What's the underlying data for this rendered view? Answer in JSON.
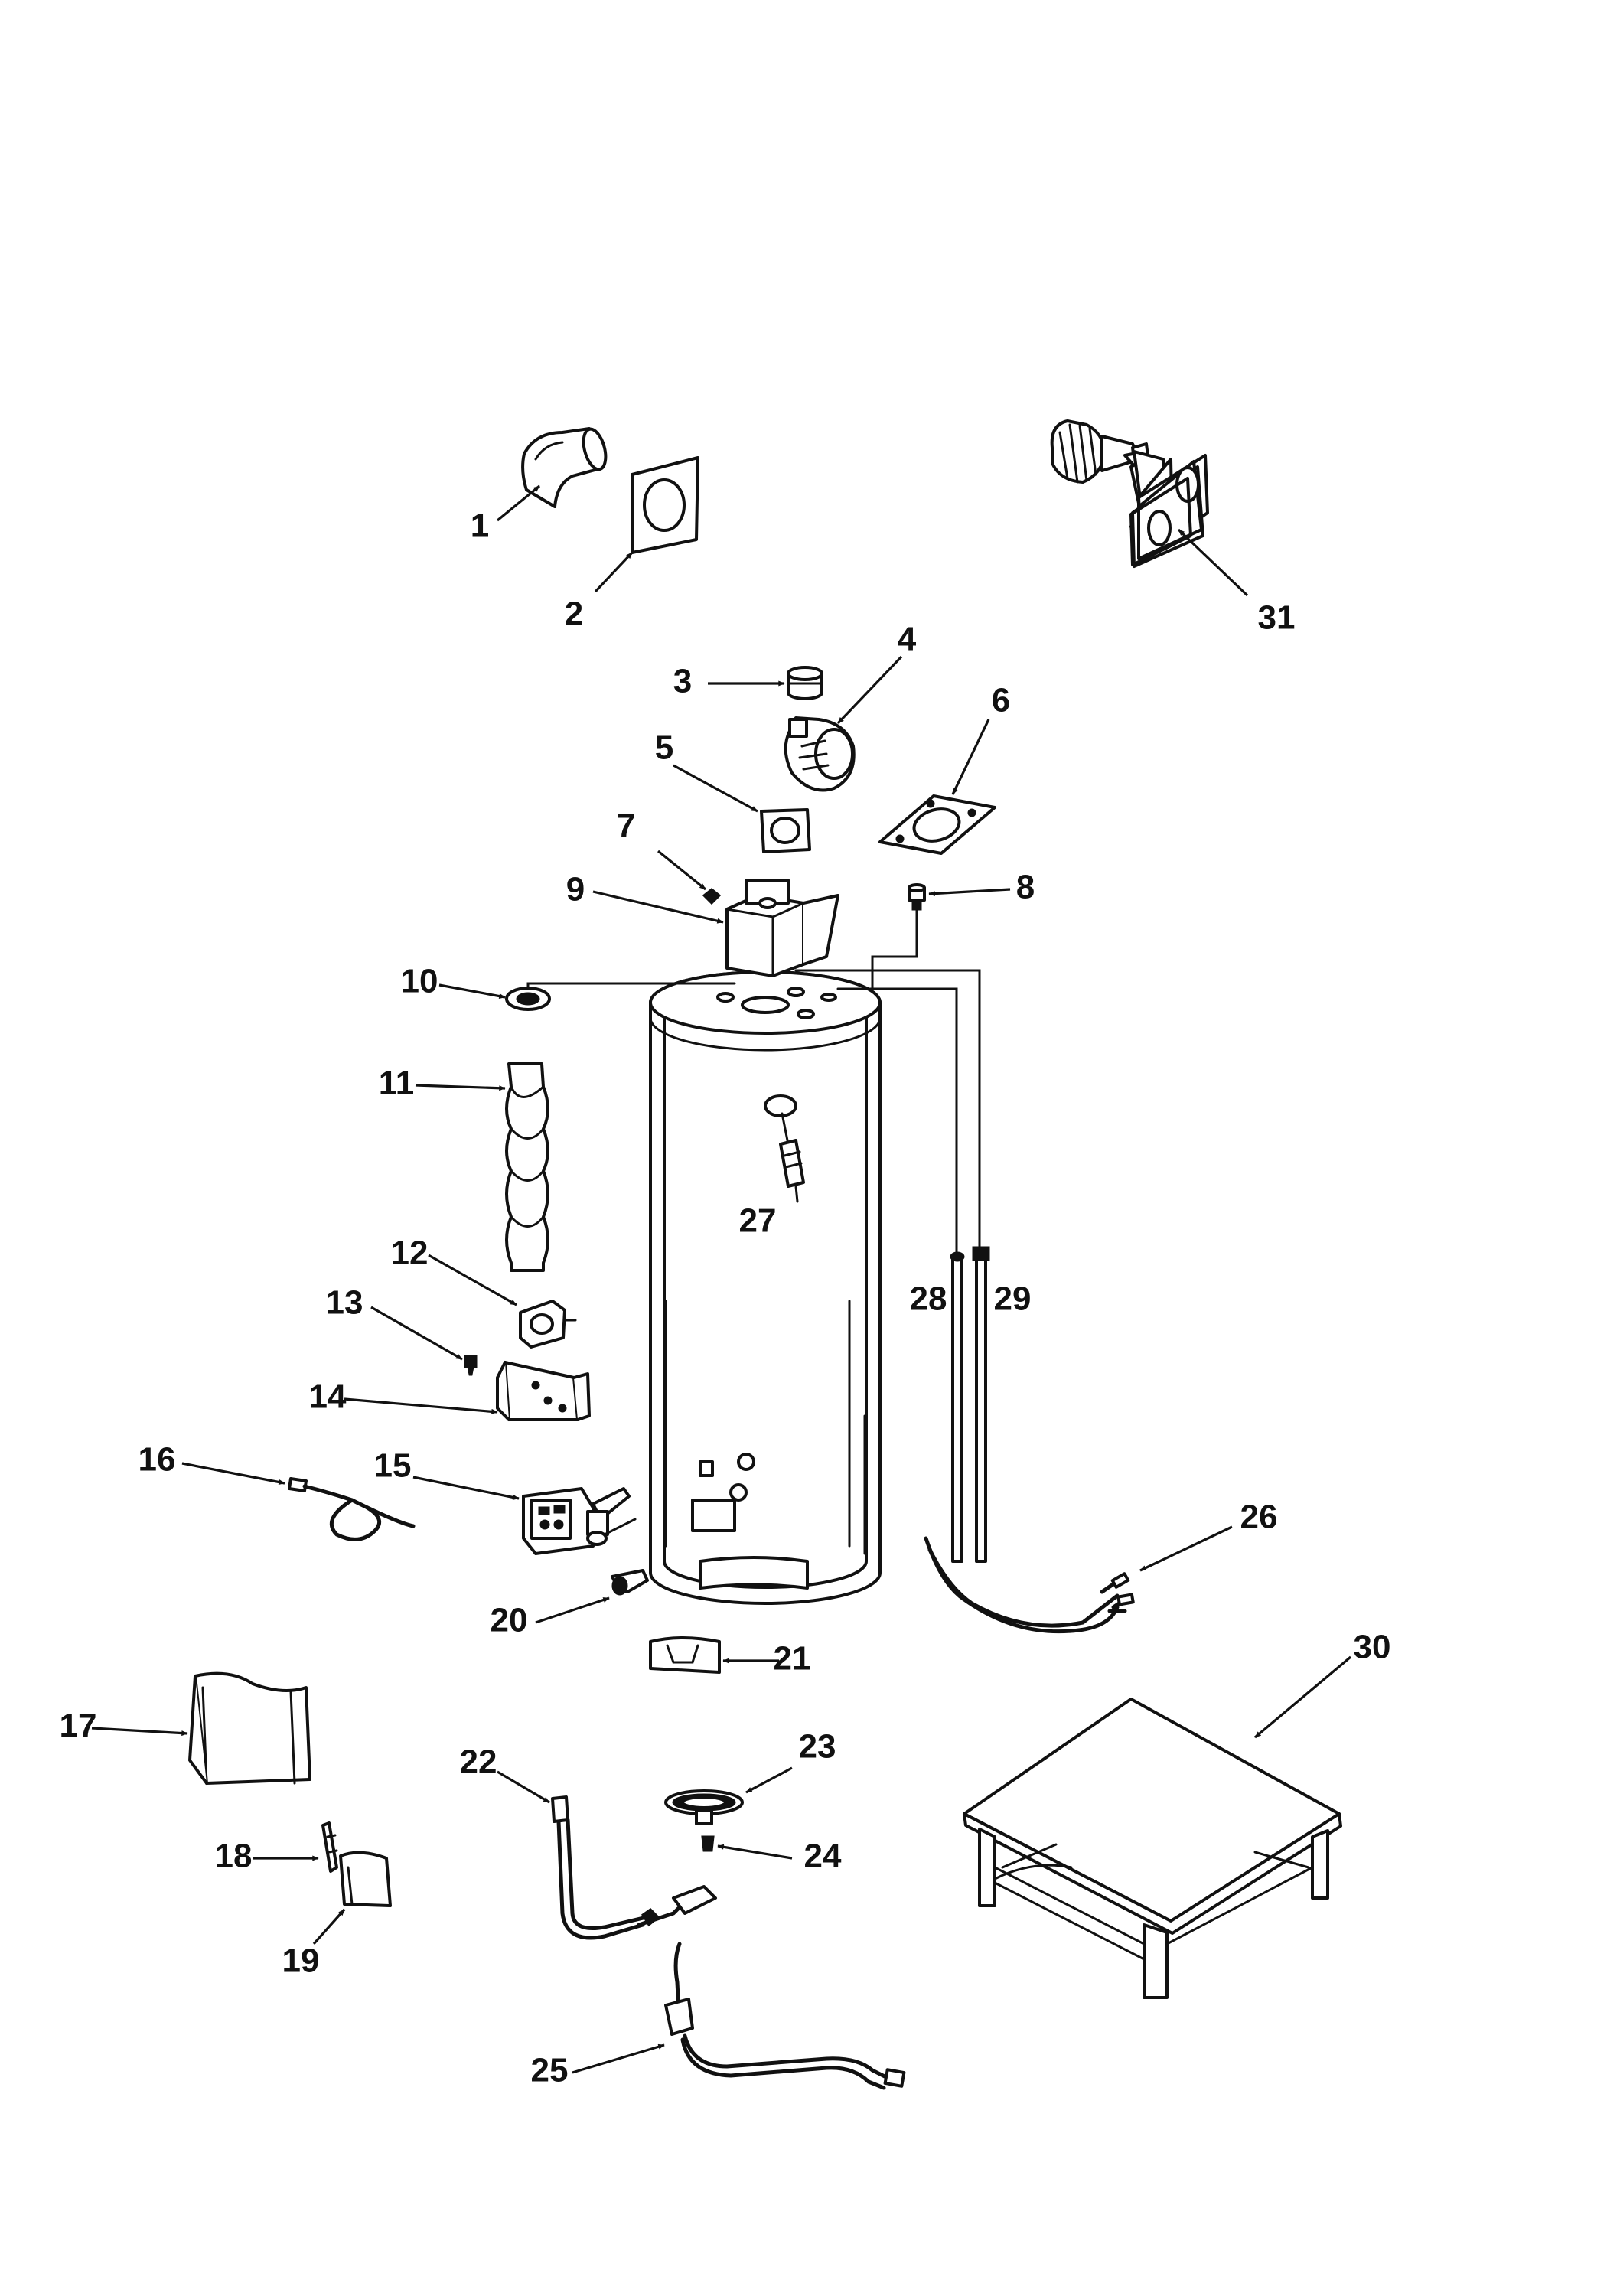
{
  "diagram": {
    "type": "exploded-parts-diagram",
    "colors": {
      "ink": "#111111",
      "paper": "#ffffff"
    },
    "callouts": [
      {
        "number": "1",
        "part": "vent-elbow"
      },
      {
        "number": "2",
        "part": "vent-gasket-plate"
      },
      {
        "number": "3",
        "part": "blower-adapter"
      },
      {
        "number": "4",
        "part": "blower-assembly"
      },
      {
        "number": "5",
        "part": "blower-gasket"
      },
      {
        "number": "6",
        "part": "mounting-plate-gasket"
      },
      {
        "number": "7",
        "part": "screw"
      },
      {
        "number": "8",
        "part": "fitting"
      },
      {
        "number": "9",
        "part": "collector-box"
      },
      {
        "number": "10",
        "part": "baffle-gasket"
      },
      {
        "number": "11",
        "part": "flue-baffle"
      },
      {
        "number": "12",
        "part": "pressure-switch"
      },
      {
        "number": "13",
        "part": "screw"
      },
      {
        "number": "14",
        "part": "control-bracket"
      },
      {
        "number": "15",
        "part": "gas-control-valve"
      },
      {
        "number": "16",
        "part": "power-cord"
      },
      {
        "number": "17",
        "part": "outer-door"
      },
      {
        "number": "18",
        "part": "door-clip"
      },
      {
        "number": "19",
        "part": "sight-glass-plate"
      },
      {
        "number": "20",
        "part": "drain-valve"
      },
      {
        "number": "21",
        "part": "inner-door"
      },
      {
        "number": "22",
        "part": "manifold-tube"
      },
      {
        "number": "23",
        "part": "burner"
      },
      {
        "number": "24",
        "part": "orifice"
      },
      {
        "number": "25",
        "part": "pilot-assembly"
      },
      {
        "number": "26",
        "part": "wire-harness"
      },
      {
        "number": "27",
        "part": "relief-valve"
      },
      {
        "number": "28",
        "part": "dip-tube-anode"
      },
      {
        "number": "29",
        "part": "anode-rod"
      },
      {
        "number": "30",
        "part": "heater-stand"
      },
      {
        "number": "31",
        "part": "vent-terminal"
      }
    ]
  }
}
